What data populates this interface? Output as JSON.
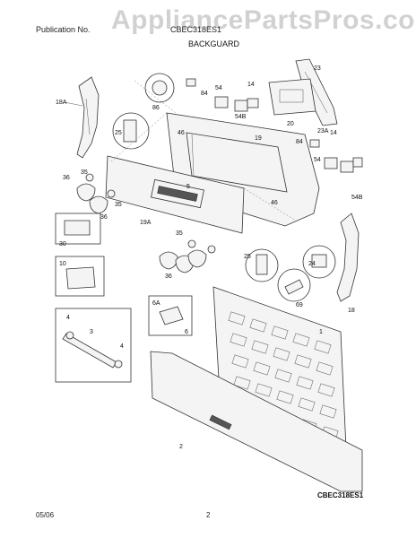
{
  "header": {
    "publication": "Publication No.",
    "model": "CBEC318ES1",
    "section_title": "BACKGUARD"
  },
  "watermark": "AppliancePartsPros.com",
  "diagram_code": "CBEC318ES1",
  "footer": {
    "date": "05/06",
    "page": "2"
  },
  "labels": {
    "l1": "1",
    "l2": "2",
    "l3": "3",
    "l4a": "4",
    "l4b": "4",
    "l5": "5",
    "l6": "6",
    "l6a": "6A",
    "l10": "10",
    "l14a": "14",
    "l14b": "14",
    "l18": "18",
    "l18a": "18A",
    "l19": "19",
    "l19a": "19A",
    "l20": "20",
    "l23": "23",
    "l23a": "23A",
    "l24": "24",
    "l25a": "25",
    "l25b": "25",
    "l30": "30",
    "l35a": "35",
    "l35b": "35",
    "l35c": "35",
    "l36a": "36",
    "l36b": "36",
    "l36c": "36",
    "l46a": "46",
    "l46b": "46",
    "l54a": "54",
    "l54b": "54B",
    "l54c": "54",
    "l54d": "54B",
    "l69": "69",
    "l84a": "84",
    "l84b": "84",
    "l86": "86"
  }
}
